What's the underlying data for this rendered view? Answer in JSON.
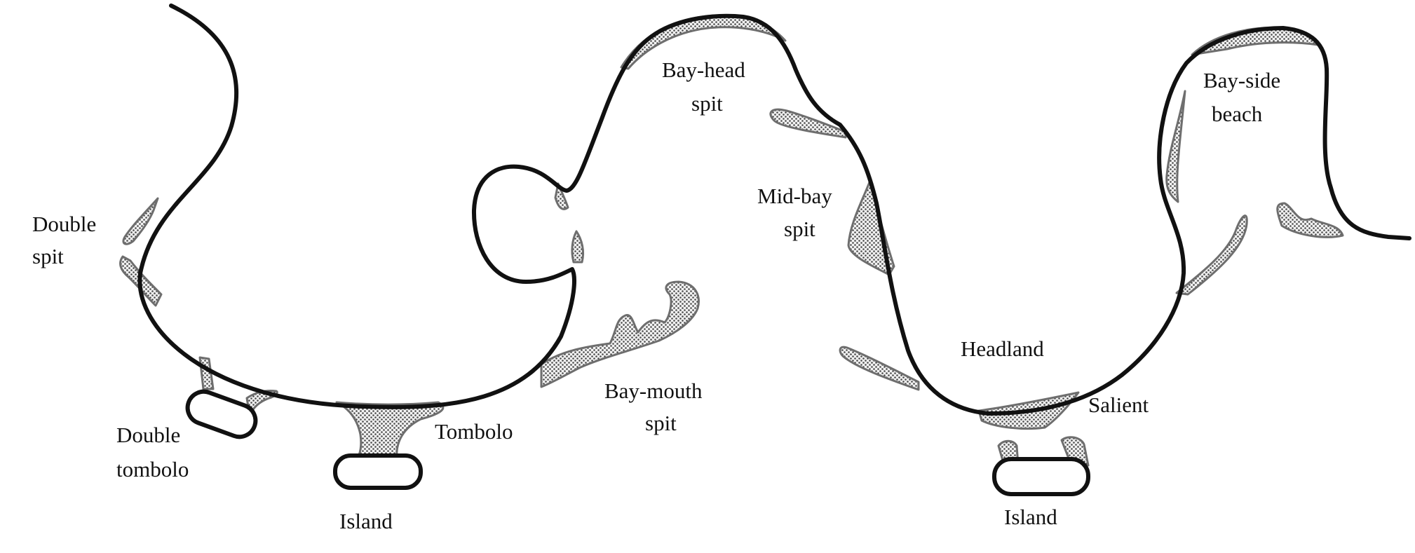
{
  "labels": {
    "double_spit": [
      "Double",
      "spit"
    ],
    "double_tombolo": [
      "Double",
      "tombolo"
    ],
    "island_left": "Island",
    "tombolo": "Tombolo",
    "bay_mouth_spit": [
      "Bay-mouth",
      "spit"
    ],
    "bay_head_spit": [
      "Bay-head",
      "spit"
    ],
    "mid_bay_spit": [
      "Mid-bay",
      "spit"
    ],
    "headland": "Headland",
    "salient": "Salient",
    "island_right": "Island",
    "bay_side_beach": [
      "Bay-side",
      "beach"
    ]
  }
}
